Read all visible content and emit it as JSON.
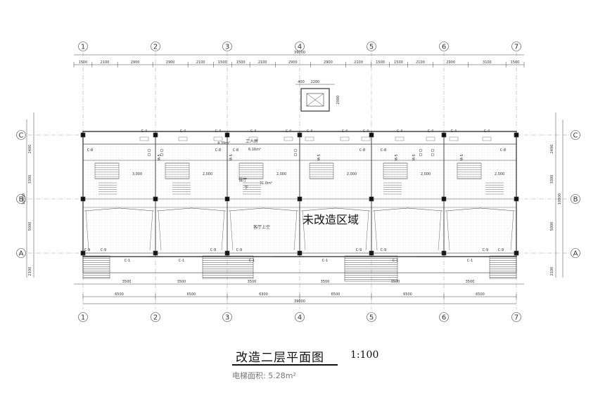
{
  "axes": {
    "vertical": [
      "1",
      "2",
      "3",
      "4",
      "5",
      "6",
      "7"
    ],
    "horizontal": [
      "C",
      "B",
      "A"
    ]
  },
  "dimensions": {
    "top_total": "39000",
    "top_segments": [
      "1500",
      "2100",
      "2900",
      "2900",
      "2100",
      "1500",
      "1500",
      "2100",
      "2900",
      "2900",
      "2100",
      "1500",
      "1500",
      "2100",
      "2900",
      "3100",
      "1500"
    ],
    "bottom_segments": [
      "3500",
      "3500",
      "3500",
      "3500",
      "3500",
      "3500"
    ],
    "bottom_axis_segments": [
      "6500",
      "6500",
      "6300",
      "6500",
      "6500",
      "6500"
    ],
    "bottom_total": "39000",
    "left_segments": [
      "2100",
      "5000",
      "3300",
      "2400"
    ],
    "right_segments": [
      "2100",
      "5000",
      "3300",
      "2400"
    ],
    "left_total": "10800",
    "right_total": "10800",
    "elevator": [
      "400",
      "2200",
      "2000"
    ]
  },
  "labels": {
    "window_codes": [
      "C-4",
      "C-4",
      "C-4",
      "C-4",
      "C-4",
      "C-4",
      "C-4",
      "C-4",
      "C-4",
      "C-4",
      "C-4",
      "C-4"
    ],
    "bottom_windows": [
      "C-1",
      "C-1",
      "C-1",
      "C-1",
      "C-1",
      "C-1"
    ],
    "c9": [
      "C-9",
      "C-9",
      "C-9",
      "C-9",
      "C-9",
      "C-9",
      "C-9",
      "C-9"
    ],
    "c8": [
      "C-8",
      "C-8",
      "C-8",
      "C-8",
      "C-8",
      "C-8"
    ],
    "m5": [
      "M-5",
      "M-5",
      "M-5",
      "M-5",
      "M-5",
      "M-5"
    ],
    "rooms": {
      "workers_room": "工人房",
      "area_1": "4.39m²",
      "area_2": "6.16m²",
      "hall": "餐厅",
      "hall_area": "31.0m²",
      "down": "下",
      "void": "客厅上空"
    },
    "stair_tags": [
      "3,000",
      "2,000",
      "2,000",
      "2,000",
      "2,000",
      "2,000"
    ],
    "unrenovated": "未改造区域"
  },
  "footer": {
    "title": "改造二层平面图",
    "scale": "1:100",
    "area": "电梯面积: 5.28m²"
  }
}
